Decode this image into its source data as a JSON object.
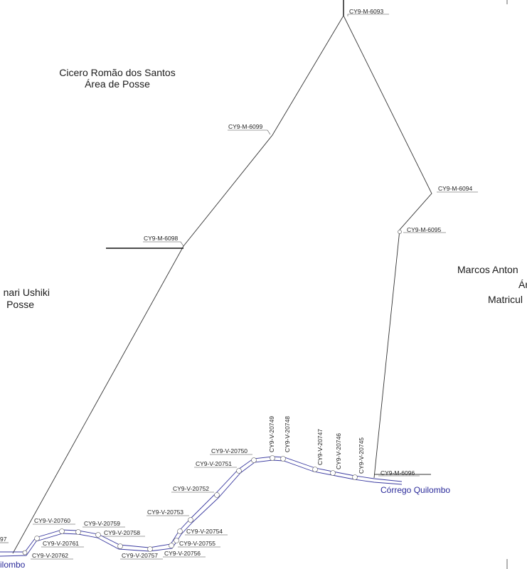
{
  "areas": [
    {
      "line1": "Cicero Romão dos Santos",
      "line2": "Área de Posse"
    },
    {
      "line1": "nari Ushiki",
      "line2": "Posse"
    },
    {
      "line1": "Marcos Anton",
      "line2": "Área",
      "line3": "Matricul"
    }
  ],
  "river": {
    "name": "Córrego Quilombo",
    "name_partial": "ilombo"
  },
  "markers": {
    "m6093": "CY9-M-6093",
    "m6099": "CY9-M-6099",
    "m6094": "CY9-M-6094",
    "m6095": "CY9-M-6095",
    "m6098": "CY9-M-6098",
    "m6096": "CY9-M-6096",
    "v20750": "CY9-V-20750",
    "v20749": "CY9-V-20749",
    "v20748": "CY9-V-20748",
    "v20747": "CY9-V-20747",
    "v20746": "CY9-V-20746",
    "v20745": "CY9-V-20745",
    "v20751": "CY9-V-20751",
    "v20752": "CY9-V-20752",
    "v20753": "CY9-V-20753",
    "v20760": "CY9-V-20760",
    "v20759": "CY9-V-20759",
    "v20758": "CY9-V-20758",
    "v20761": "CY9-V-20761",
    "v20754": "CY9-V-20754",
    "v20755": "CY9-V-20755",
    "v20762": "CY9-V-20762",
    "v20757": "CY9-V-20757",
    "v20756": "CY9-V-20756",
    "v_partial": "97"
  }
}
